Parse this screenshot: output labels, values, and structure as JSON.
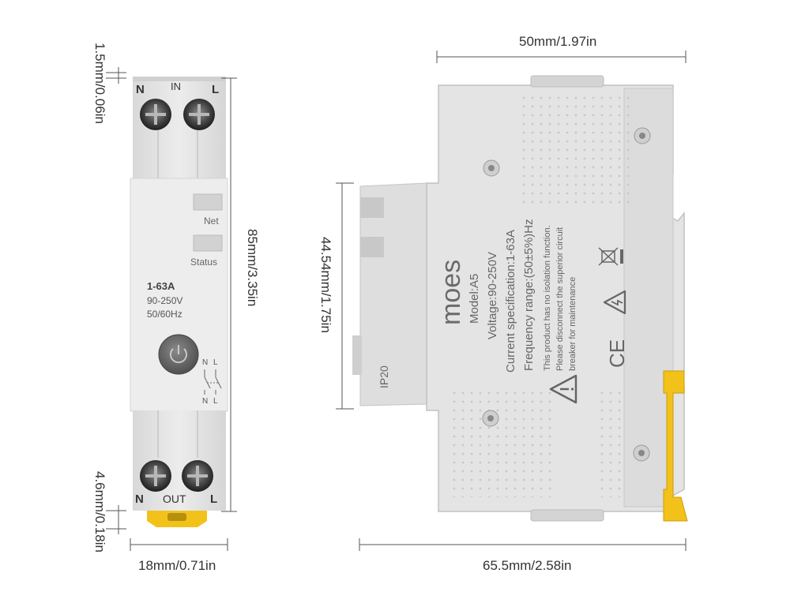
{
  "dimensions": {
    "top_gap": "1.5mm/0.06in",
    "height": "85mm/3.35in",
    "bottom_gap": "4.6mm/0.18in",
    "front_width": "18mm/0.71in",
    "side_width_top": "50mm/1.97in",
    "side_height": "44.54mm/1.75in",
    "side_width_bottom": "65.5mm/2.58in"
  },
  "front_panel": {
    "top_left_terminal": "N",
    "top_center_label": "IN",
    "top_right_terminal": "L",
    "indicator_net": "Net",
    "indicator_status": "Status",
    "rating": "1-63A",
    "voltage": "90-250V",
    "frequency": "50/60Hz",
    "schematic_n_top": "N",
    "schematic_l_top": "L",
    "schematic_n_bottom": "N",
    "schematic_l_bottom": "L",
    "bottom_left_terminal": "N",
    "bottom_center_label": "OUT",
    "bottom_right_terminal": "L",
    "power_button_icon": "power-icon"
  },
  "side_label": {
    "brand": "moes",
    "model": "Model:A5",
    "voltage": "Voltage:90-250V",
    "current": "Current specification:1-63A",
    "frequency": "Frequency range:(50±5%)Hz",
    "notice_line1": "This product has no isolation function.",
    "notice_line2": "Please disconnect the superior circuit",
    "notice_line3": "breaker for maintenance",
    "ip_rating": "IP20",
    "ce_mark": "CE",
    "weee_icon": "crossed-bin-icon",
    "warning_icon": "warning-triangle-icon",
    "shock_icon": "electric-shock-icon"
  },
  "colors": {
    "body": "#e4e4e4",
    "body_shadow": "#c9c9c9",
    "accent_yellow": "#f2c21b",
    "button": "#6a6a6a",
    "dim_line": "#555555"
  }
}
